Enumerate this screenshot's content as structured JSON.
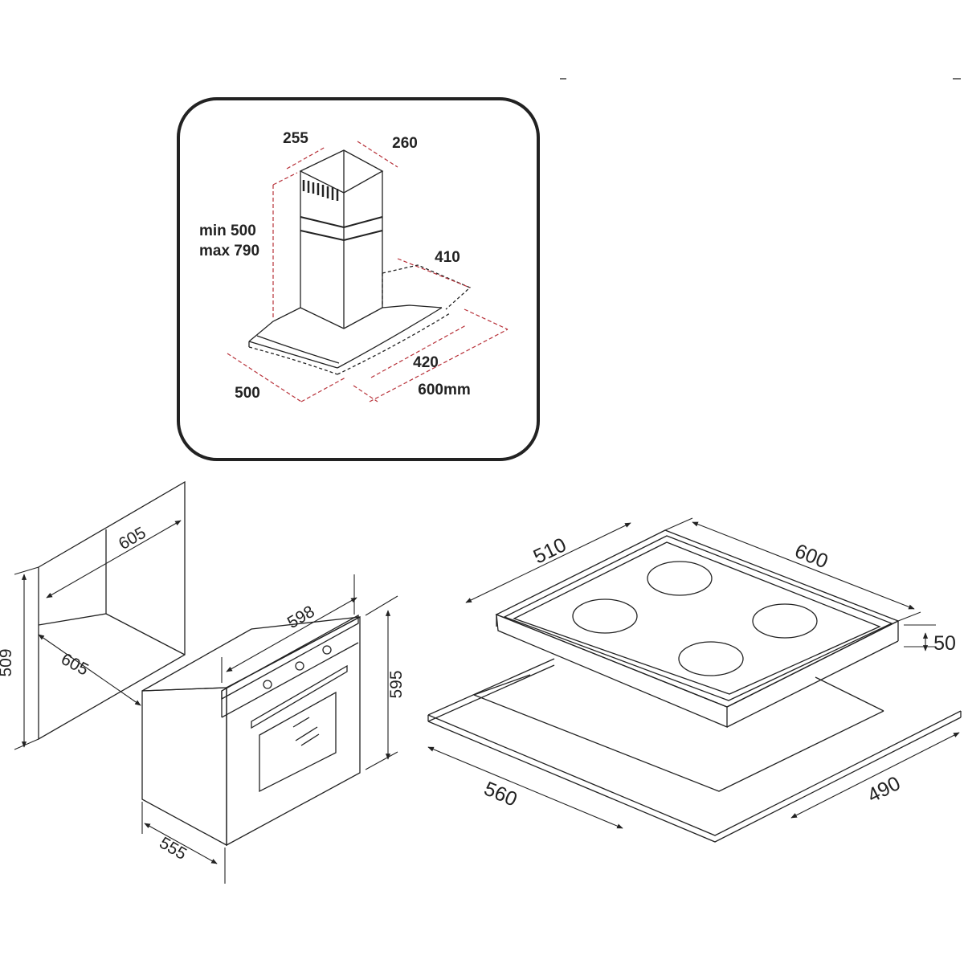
{
  "hood": {
    "chimney_width": "255",
    "chimney_depth": "260",
    "height_min": "min 500",
    "height_max": "max 790",
    "canopy_depth": "410",
    "canopy_width": "420",
    "base_depth": "500",
    "overall_width": "600mm"
  },
  "cabinet": {
    "width": "605",
    "depth": "605",
    "height": "509"
  },
  "oven": {
    "width": "598",
    "height": "595",
    "depth": "555"
  },
  "hob": {
    "depth": "510",
    "width": "600",
    "thickness": "50",
    "cutout_width": "560",
    "cutout_depth": "490"
  }
}
